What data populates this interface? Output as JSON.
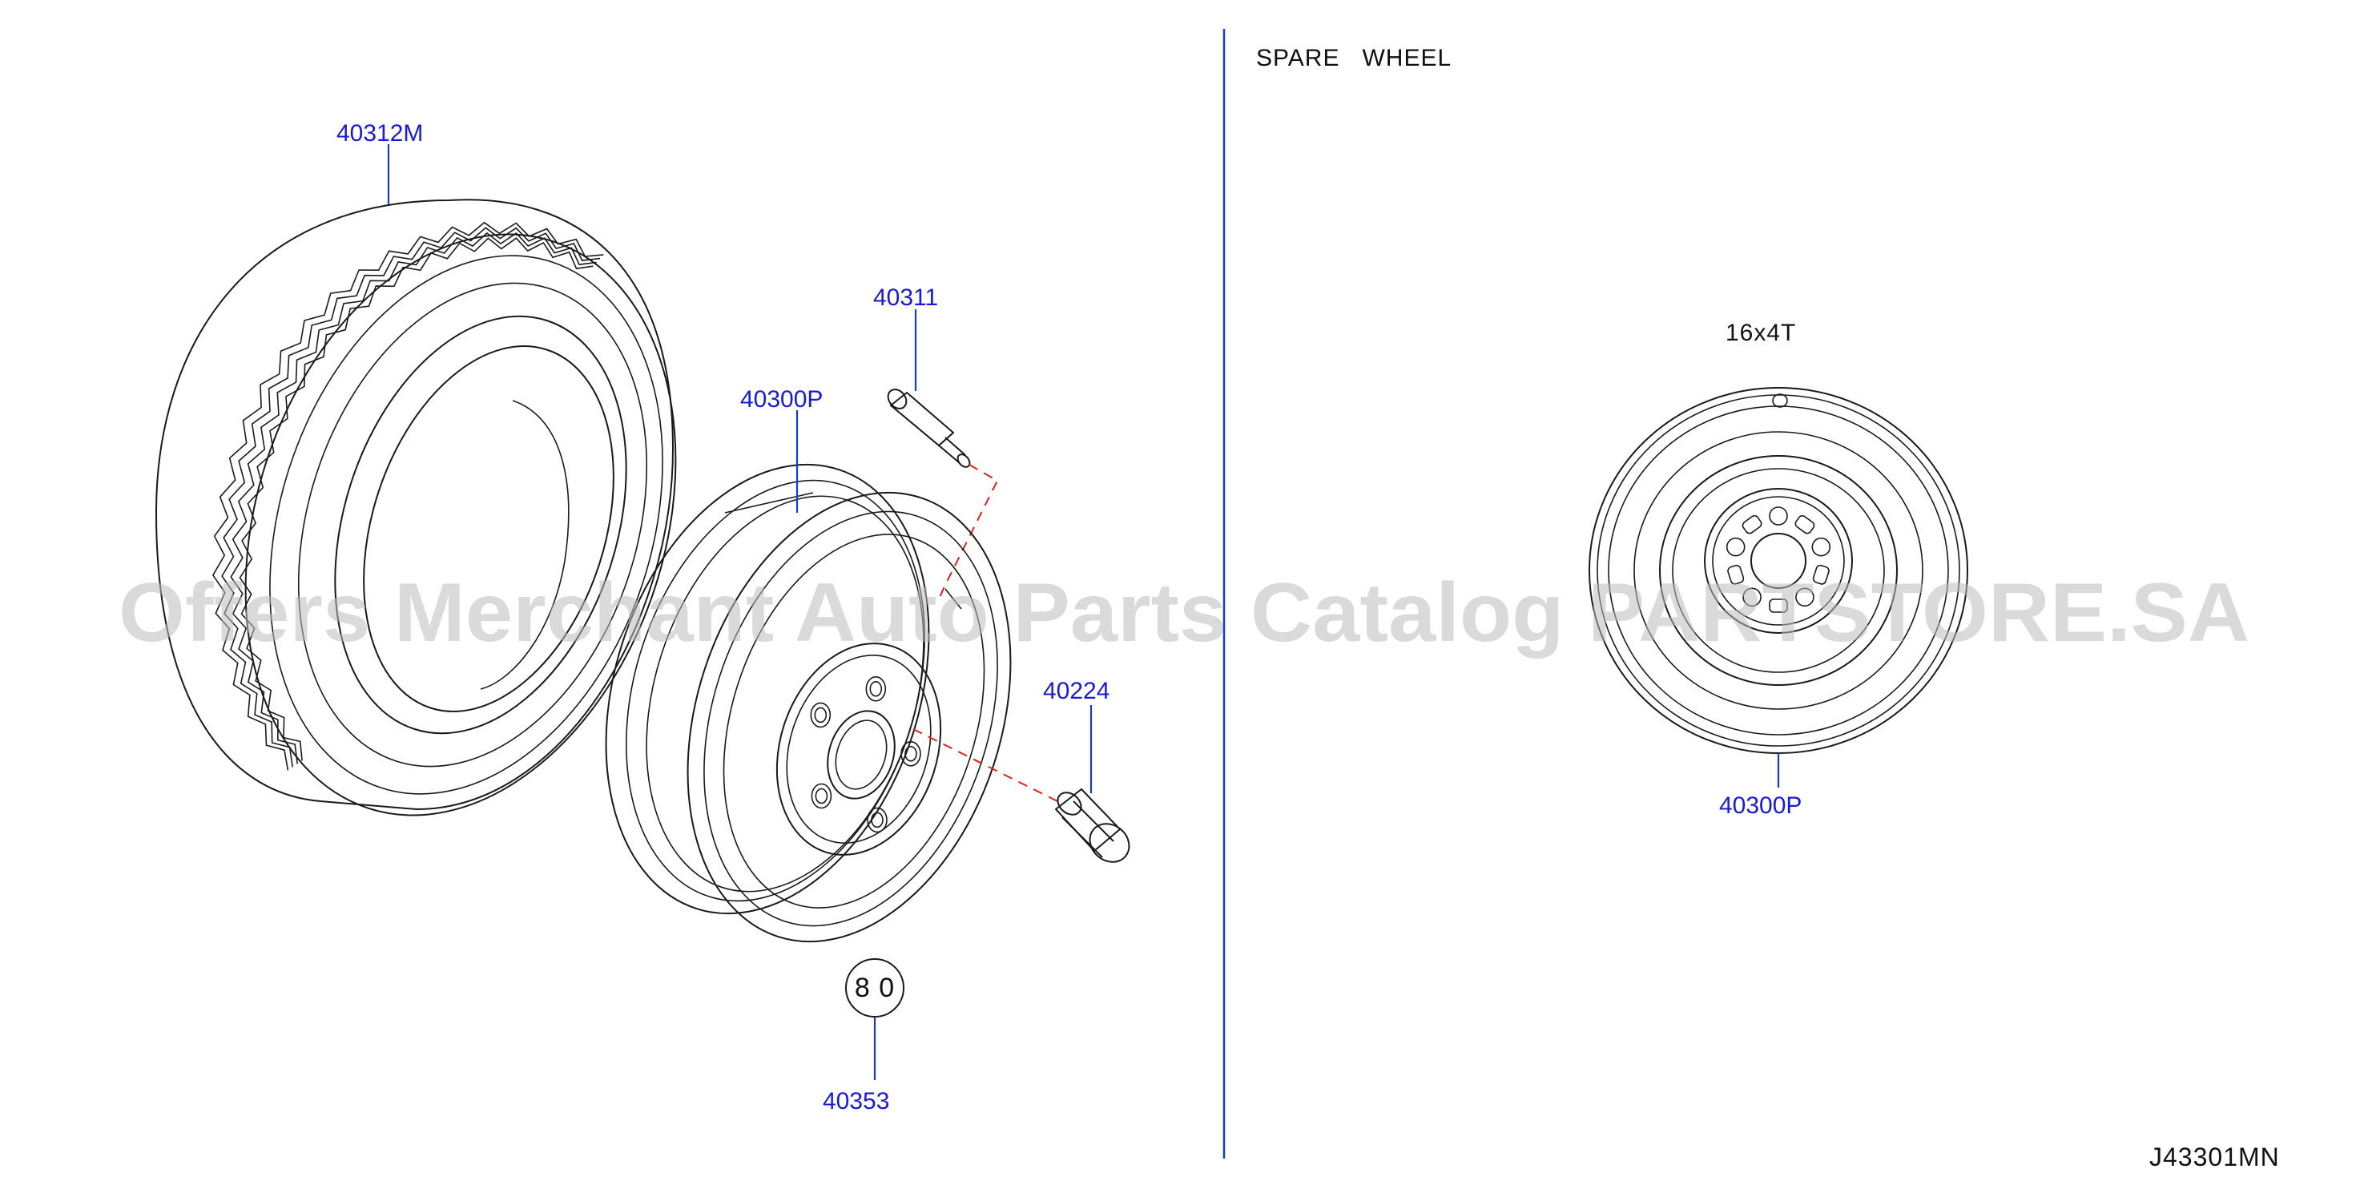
{
  "labels": {
    "tire": "40312M",
    "valve": "40311",
    "wheel": "40300P",
    "nut": "40224",
    "ornament": "40353",
    "spare_wheel": "40300P"
  },
  "header": {
    "section": "SPARE   WHEEL",
    "spare_size": "16x4T"
  },
  "badge": {
    "text": "8 0"
  },
  "footer": {
    "code": "J43301MN"
  },
  "watermark": {
    "text": "Offers Merchant Auto Parts Catalog PARTSTORE.SA"
  },
  "colors": {
    "label": "#1a1ad6",
    "dash": "#e02020",
    "divider": "#1a3ad6",
    "line": "#1a1a1a"
  }
}
